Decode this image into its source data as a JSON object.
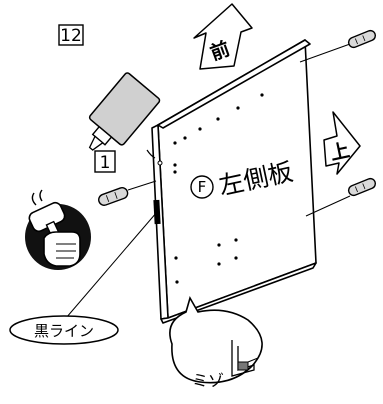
{
  "part_labels": {
    "adhesive": "12",
    "dowel": "1"
  },
  "direction_arrows": {
    "front": "前",
    "up": "上"
  },
  "panel": {
    "badge": "F",
    "name": "左側板"
  },
  "callouts": {
    "black_line": "黒ライン",
    "groove": "ミゾ"
  },
  "icons": {
    "hammer_fist": "hammer-tap-icon",
    "glue_tube": "glue-tube-icon",
    "dowel": "wooden-dowel-icon"
  }
}
